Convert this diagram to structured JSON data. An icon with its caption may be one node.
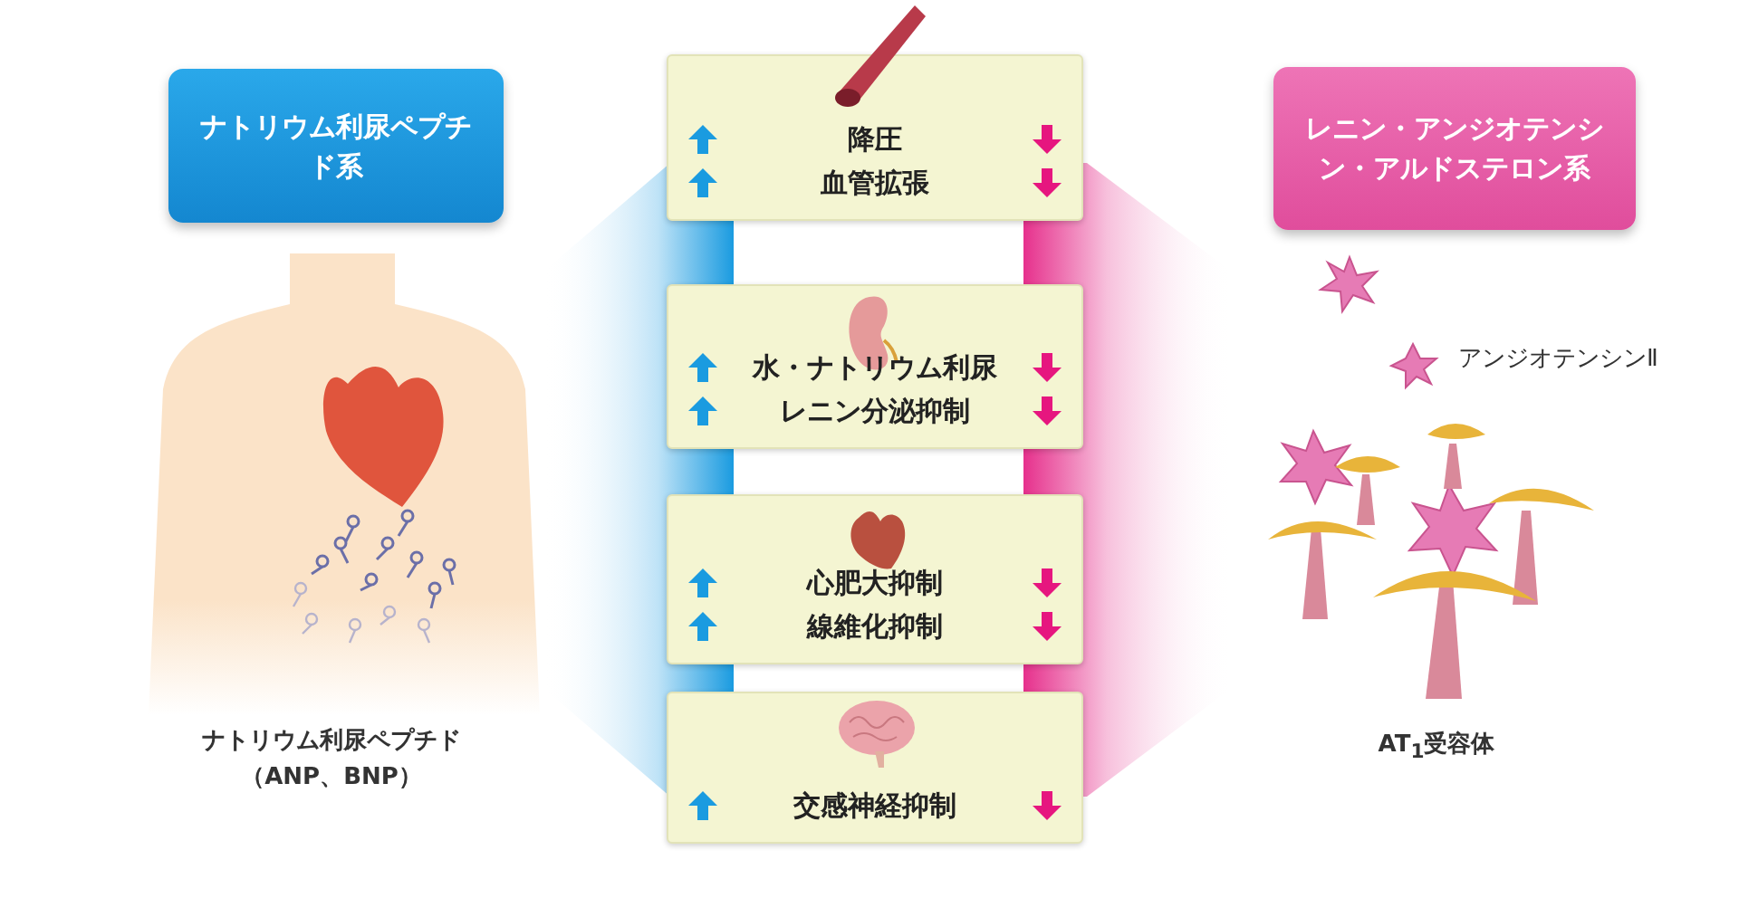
{
  "diagram": {
    "nodes": [
      {
        "text": [
          "ナトリウム利尿ペプチド系"
        ]
      },
      {
        "text": [
          "レニン・アンジオテンシン・アルドステロン系"
        ]
      },
      {
        "text": [
          "降圧",
          "血管拡張"
        ]
      },
      {
        "text": [
          "水・ナトリウム利尿",
          "レニン分泌抑制"
        ]
      },
      {
        "text": [
          "心肥大抑制",
          "線維化抑制"
        ]
      },
      {
        "text": [
          "交感神経抑制"
        ]
      }
    ],
    "edges": [],
    "labels": [
      "ナトリウム利尿ペプチド（ANP、BNP）",
      "アンジオテンシンⅡ",
      "AT$_{1}$受容体"
    ]
  }
}
